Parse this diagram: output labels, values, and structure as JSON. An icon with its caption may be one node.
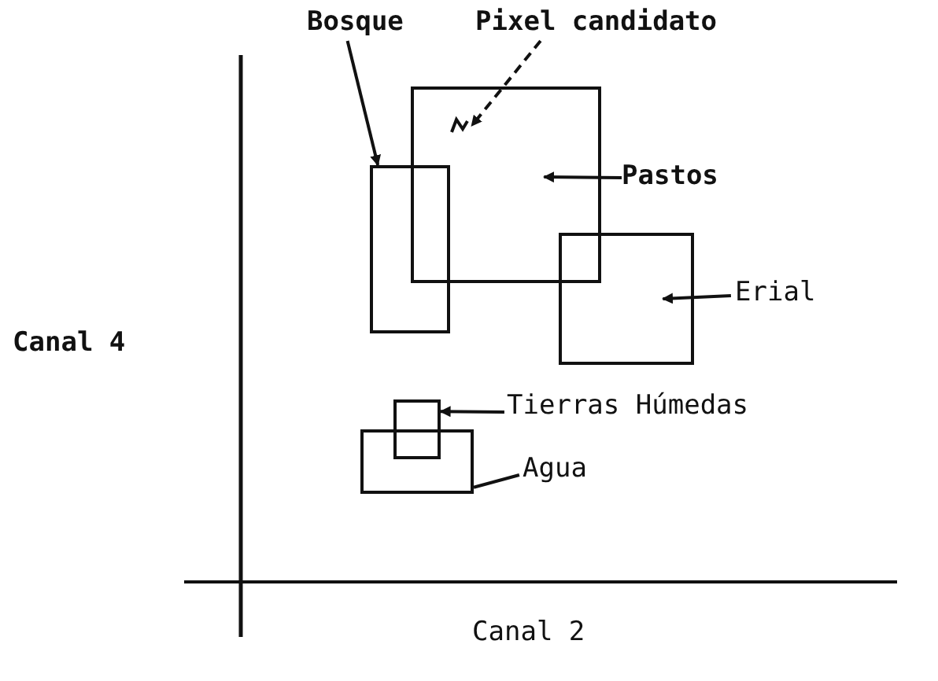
{
  "diagram": {
    "nodes": [
      {
        "text": [
          "Bosque"
        ]
      },
      {
        "text": [
          "Pixel candidato"
        ]
      },
      {
        "text": [
          "Pastos"
        ]
      },
      {
        "text": [
          "Erial"
        ]
      },
      {
        "text": [
          "Tierras Húmedas"
        ]
      },
      {
        "text": [
          "Agua"
        ]
      },
      {
        "text": [],
        "shape": "box"
      },
      {
        "text": [],
        "shape": "box"
      },
      {
        "text": [],
        "shape": "box"
      },
      {
        "text": [],
        "shape": "box"
      },
      {
        "text": [],
        "shape": "box"
      },
      {
        "text": [],
        "shape": "picture",
        "in": 7
      }
    ],
    "edges": [
      {
        "from": 0,
        "to": 6,
        "arrow": "to"
      },
      {
        "from": 1,
        "to": 11,
        "arrow": "to",
        "style": "dashed"
      },
      {
        "from": 2,
        "to": 7,
        "arrow": "to"
      },
      {
        "from": 3,
        "to": 8,
        "arrow": "to"
      },
      {
        "from": 4,
        "to": 9,
        "arrow": "to"
      },
      {
        "from": 5,
        "to": 10,
        "arrow": "none"
      }
    ],
    "labels": [
      "Canal 4",
      "Canal 2"
    ]
  }
}
